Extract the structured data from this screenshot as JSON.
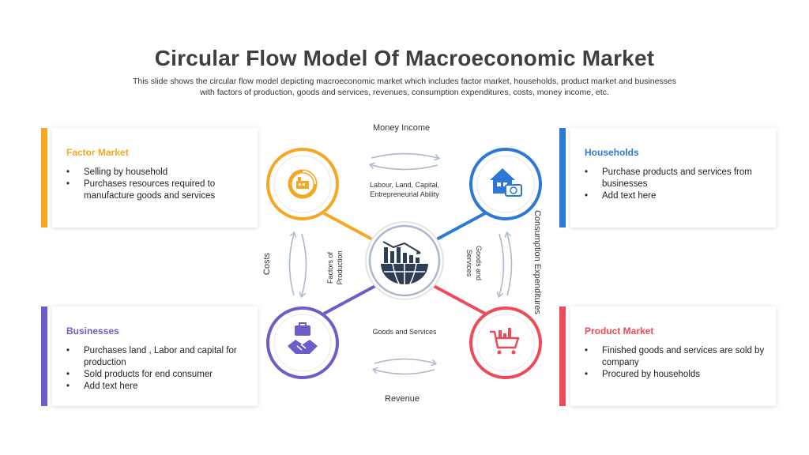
{
  "title": "Circular Flow Model Of Macroeconomic Market",
  "subtitle": "This slide shows the circular flow model depicting macroeconomic market which includes factor market, households, product market and businesses  with factors of production, goods and services, revenues, consumption expenditures, costs, money income, etc.",
  "colors": {
    "factor": "#f5a623",
    "households": "#2b78d8",
    "businesses": "#6c5ec8",
    "product": "#ec4b57",
    "center": "#2e3e54"
  },
  "cards": {
    "factor_market": {
      "title": "Factor Market",
      "items": [
        "Selling by household",
        "Purchases resources required to manufacture goods and services"
      ]
    },
    "households": {
      "title": "Households",
      "items": [
        "Purchase products and services from businesses",
        "Add text here"
      ]
    },
    "businesses": {
      "title": "Businesses",
      "items": [
        "Purchases land ,  Labor and capital for production",
        "Sold products for end consumer",
        "Add text here"
      ]
    },
    "product_market": {
      "title": "Product Market",
      "items": [
        "Finished goods and services are sold by company",
        "Procured by households"
      ]
    }
  },
  "flows": {
    "money_income": "Money Income",
    "labour": "Labour, Land, Capital,",
    "entrepreneurial": "Entrepreneurial  Ability",
    "costs": "Costs",
    "factors_of": "Factors of",
    "production": "Production",
    "goods_and": "Goods and",
    "services": "Services",
    "consumption": "Consumption Expenditures",
    "goods_services": "Goods and Services",
    "revenue": "Revenue"
  },
  "icons": {
    "factor": "factory-pie-icon",
    "households": "house-money-icon",
    "businesses": "handshake-briefcase-icon",
    "product": "shopping-cart-icon",
    "center": "globe-chart-icon"
  }
}
